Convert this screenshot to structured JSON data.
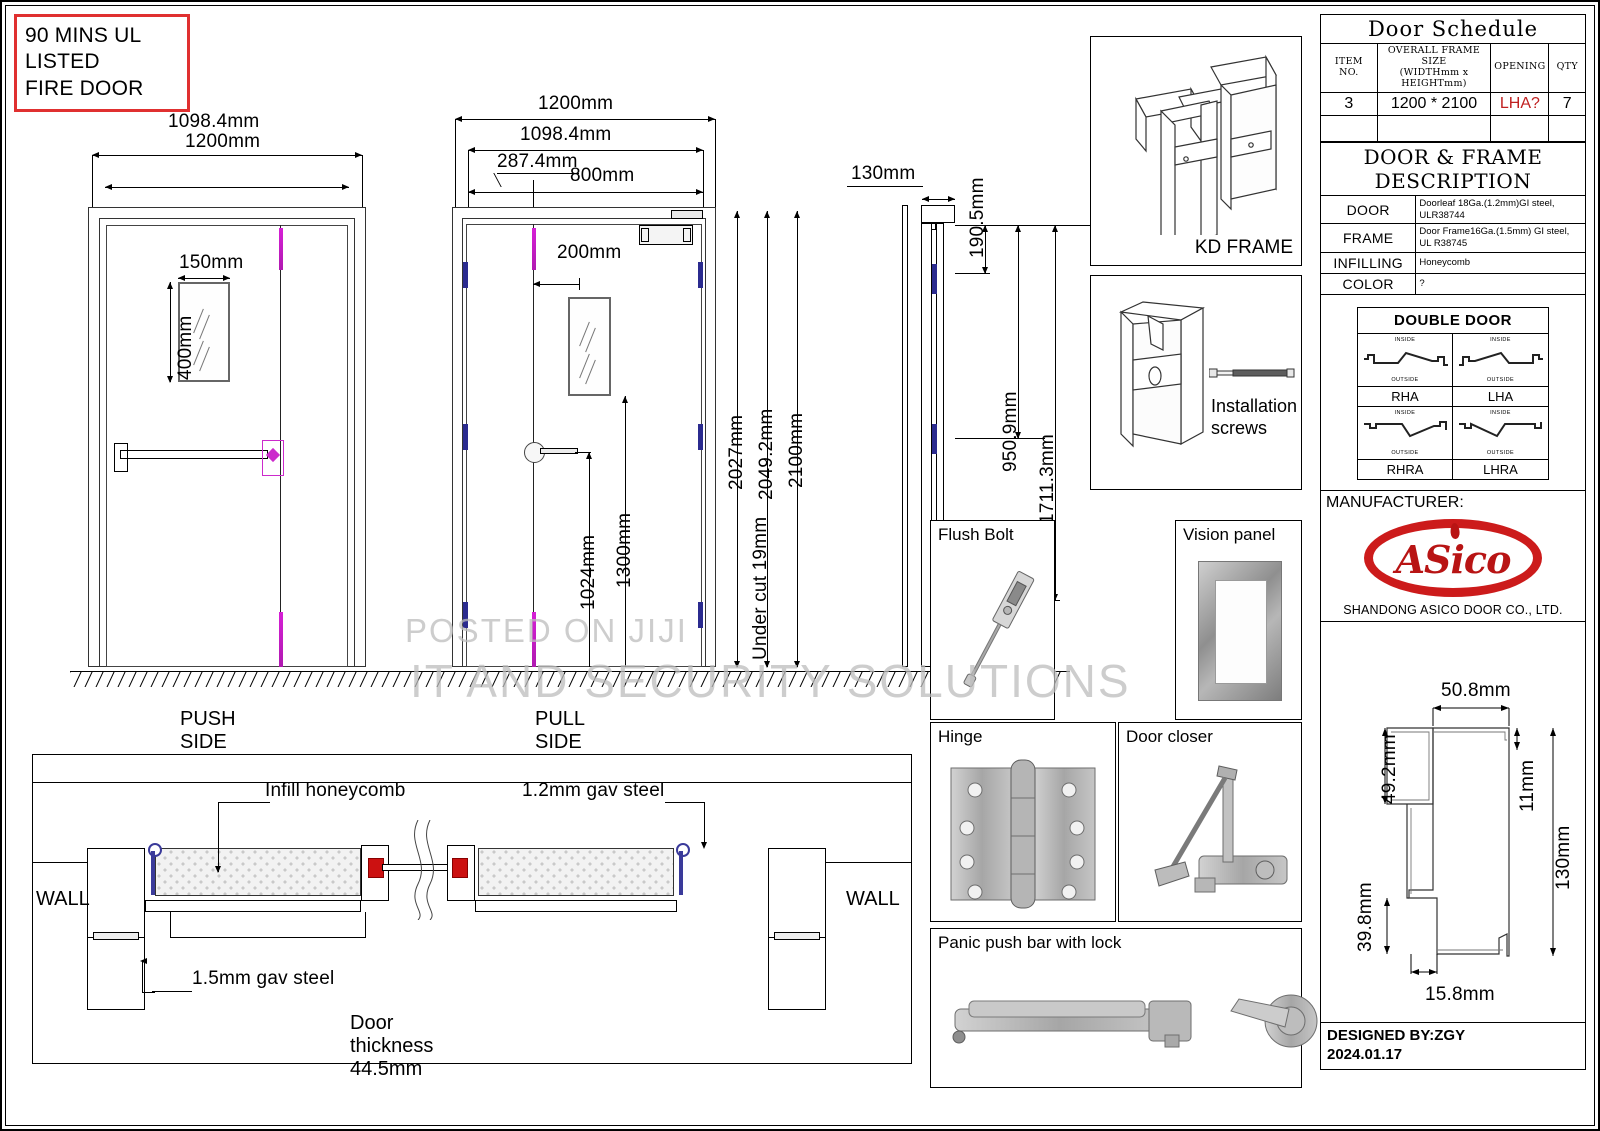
{
  "stamp": {
    "line1": "90 MINS UL",
    "line2": "LISTED",
    "line3": "FIRE DOOR"
  },
  "views": {
    "push_label": "PUSH SIDE",
    "pull_label": "PULL SIDE",
    "push_dims": {
      "overall_width": "1200mm",
      "leaf_width": "1098.4mm",
      "vision_width": "150mm",
      "vision_height": "400mm"
    },
    "pull_dims": {
      "overall_width": "1200mm",
      "leaf_width": "1098.4mm",
      "offset": "287.4mm",
      "active_leaf": "800mm",
      "vision_offset": "200mm",
      "lever_height": "1024mm",
      "vision_top": "1300mm",
      "leaf_height": "2027mm",
      "clear_height": "2049.2mm",
      "frame_height": "2100mm",
      "undercut": "Under cut 19mm"
    },
    "section_dims": {
      "frame_depth": "130mm",
      "hinge_top": "190.5mm",
      "hinge_mid": "950.9mm",
      "hinge_bottom": "1711.3mm"
    }
  },
  "cross_section": {
    "wall_left": "WALL",
    "wall_right": "WALL",
    "infill": "Infill honeycomb",
    "skin": "1.2mm gav steel",
    "frame_steel": "1.5mm gav steel",
    "thickness": "Door thickness 44.5mm"
  },
  "panels": {
    "kd_frame": "KD FRAME",
    "installation_screws": "Installation screws",
    "flush_bolt": "Flush Bolt",
    "vision_panel": "Vision panel",
    "hinge": "Hinge",
    "door_closer": "Door closer",
    "panic_bar": "Panic push bar with lock"
  },
  "schedule": {
    "title": "Door Schedule",
    "headers": [
      "ITEM NO.",
      "OVERALL FRAME SIZE (WIDTHmm x HEIGHTmm)",
      "OPENING",
      "QTY"
    ],
    "header_item": "ITEM NO.",
    "header_size_l1": "OVERALL FRAME SIZE",
    "header_size_l2": "(WIDTHmm x HEIGHTmm)",
    "header_opening": "OPENING",
    "header_qty": "QTY",
    "rows": [
      {
        "item": "3",
        "size": "1200 * 2100",
        "opening": "LHA?",
        "qty": "7"
      },
      {
        "item": "",
        "size": "",
        "opening": "",
        "qty": ""
      }
    ]
  },
  "description": {
    "title": "DOOR & FRAME DESCRIPTION",
    "rows": [
      {
        "key": "DOOR",
        "value": "Doorleaf 18Ga.(1.2mm)GI steel, ULR38744"
      },
      {
        "key": "FRAME",
        "value": "Door Frame16Ga.(1.5mm) GI steel, UL R38745"
      },
      {
        "key": "INFILLING",
        "value": "Honeycomb"
      },
      {
        "key": "COLOR",
        "value": "?"
      }
    ]
  },
  "double_door": {
    "title": "DOUBLE DOOR",
    "inside": "INSIDE",
    "outside": "OUTSIDE",
    "cells": [
      "RHA",
      "LHA",
      "RHRA",
      "LHRA"
    ]
  },
  "manufacturer": {
    "label": "MANUFACTURER:",
    "logo_text": "ASico",
    "company": "SHANDONG ASICO DOOR CO., LTD.",
    "brand_color": "#b81414"
  },
  "profile": {
    "width_top": "50.8mm",
    "left_height": "49.2mm",
    "lip": "11mm",
    "total": "130mm",
    "lower_height": "39.8mm",
    "rebate": "15.8mm"
  },
  "footer": {
    "designer": "DESIGNED BY:ZGY",
    "date": "2024.01.17"
  },
  "watermark": {
    "line1": "POSTED ON JIJI",
    "line2": "IT AND SECURITY SOLUTIONS"
  }
}
